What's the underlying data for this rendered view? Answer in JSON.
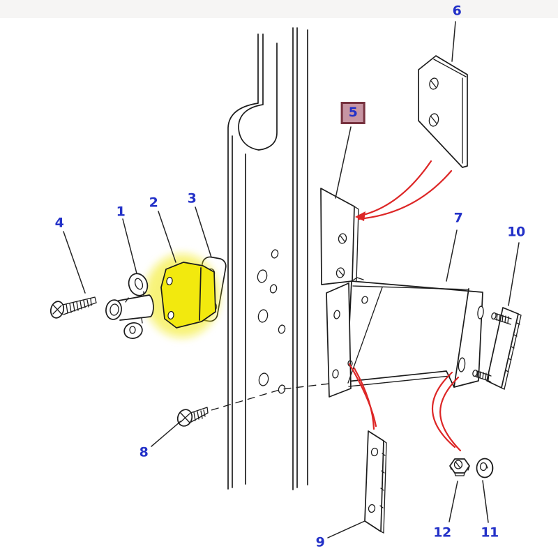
{
  "figure": {
    "type": "exploded-parts-diagram",
    "background": "#ffffff",
    "accent_colors": {
      "label_blue": "#2331c8",
      "highlight_yellow": "#f2e90e",
      "guide_red": "#dd2626",
      "label5_box_bg": "#c795a3",
      "label5_box_border": "#77323f",
      "ink": "#1c1c1c"
    },
    "labels": {
      "l1": {
        "text": "1"
      },
      "l2": {
        "text": "2"
      },
      "l3": {
        "text": "3"
      },
      "l4": {
        "text": "4"
      },
      "l5": {
        "text": "5",
        "boxed": true
      },
      "l6": {
        "text": "6"
      },
      "l7": {
        "text": "7"
      },
      "l8": {
        "text": "8"
      },
      "l9": {
        "text": "9"
      },
      "l10": {
        "text": "10"
      },
      "l11": {
        "text": "11"
      },
      "l12": {
        "text": "12"
      }
    }
  }
}
